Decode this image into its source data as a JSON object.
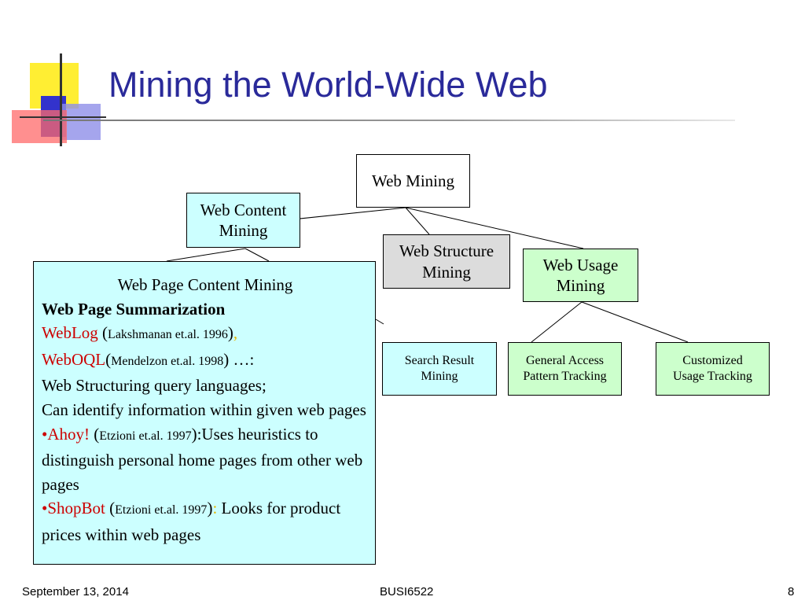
{
  "slide": {
    "title": "Mining the World-Wide Web",
    "footer": {
      "date": "September 13, 2014",
      "course": "BUSI6522",
      "page": "8"
    }
  },
  "tree": {
    "web_mining": "Web Mining",
    "web_content_mining": [
      "Web Content",
      "Mining"
    ],
    "web_structure_mining": [
      "Web Structure",
      "Mining"
    ],
    "web_usage_mining": [
      "Web Usage",
      "Mining"
    ],
    "search_result_mining": [
      "Search Result",
      "Mining"
    ],
    "general_access_pattern_tracking": [
      "General Access",
      "Pattern Tracking"
    ],
    "customized_usage_tracking": [
      "Customized",
      "Usage Tracking"
    ]
  },
  "content_box": {
    "heading": "Web Page Content Mining",
    "subheading": "Web Page Summarization",
    "weblog_name": "WebLog",
    "weblog_open": " (",
    "weblog_cite": "Lakshmanan et.al. 1996",
    "weblog_close": ")",
    "weblog_comma": ",",
    "weboql_name": "WebOQL",
    "weboql_open": "(",
    "weboql_cite": "Mendelzon et.al. 1998",
    "weboql_close": ") …:",
    "structuring": "Web Structuring query languages;",
    "identify": "Can identify information within given web pages",
    "ahoy_bullet": "•Ahoy!",
    "ahoy_open": " (",
    "ahoy_cite": "Etzioni et.al. 1997",
    "ahoy_desc": "):Uses heuristics to distinguish personal home pages from other web pages",
    "shopbot_bullet": "•ShopBot",
    "shopbot_open": " (",
    "shopbot_cite": "Etzioni et.al. 1997",
    "shopbot_close": ")",
    "shopbot_colon": ":",
    "shopbot_desc": " Looks for product prices within web pages"
  },
  "colors": {
    "title": "#2a2a9a",
    "content_fill": "#ccffff",
    "structure_fill": "#dcdcdc",
    "usage_fill": "#ccffcc",
    "highlight_red": "#cc0000"
  }
}
